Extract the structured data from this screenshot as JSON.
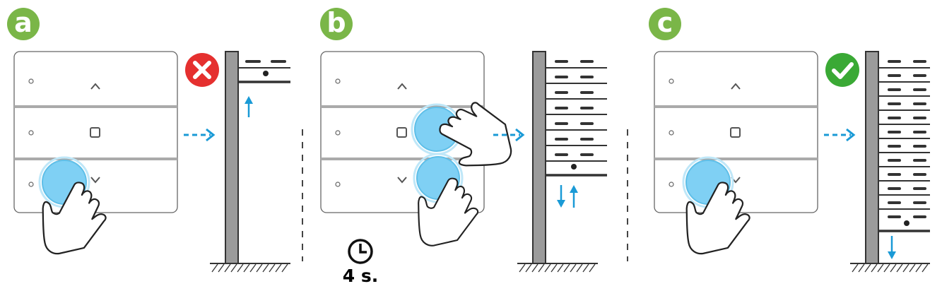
{
  "steps": [
    {
      "label": "a",
      "result": "cross-icon"
    },
    {
      "label": "b",
      "result": ""
    },
    {
      "label": "c",
      "result": "check-icon"
    }
  ],
  "timer": {
    "label": "4 s.",
    "icon": "clock-icon"
  },
  "colors": {
    "step_badge": "#7ab648",
    "error_badge": "#e5302f",
    "success_badge": "#3aa935",
    "arrow_blue": "#1a9ad6",
    "press_blue": "#7fd0f4",
    "wall_gray": "#9b9b9b",
    "outline": "#555555"
  },
  "icons": [
    "cross-icon",
    "check-icon",
    "clock-icon",
    "finger-press-icon",
    "dashed-arrow-right-icon",
    "arrow-up-icon",
    "arrow-down-icon",
    "chevron-up-icon",
    "chevron-down-icon",
    "stop-square-icon",
    "led-dot-icon",
    "shutter-slat-icon",
    "ground-hatch-icon"
  ]
}
